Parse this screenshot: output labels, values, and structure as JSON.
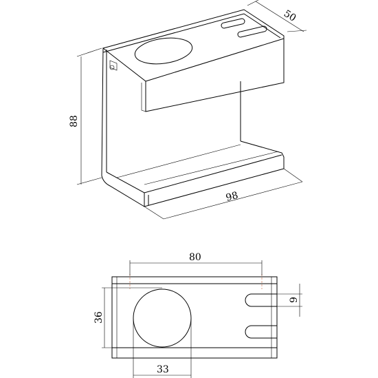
{
  "dimensions": {
    "depth": "50",
    "height": "88",
    "width": "98",
    "hole_spacing": "80",
    "slot_width": "9",
    "plate_depth": "36",
    "hole_diameter": "33"
  }
}
